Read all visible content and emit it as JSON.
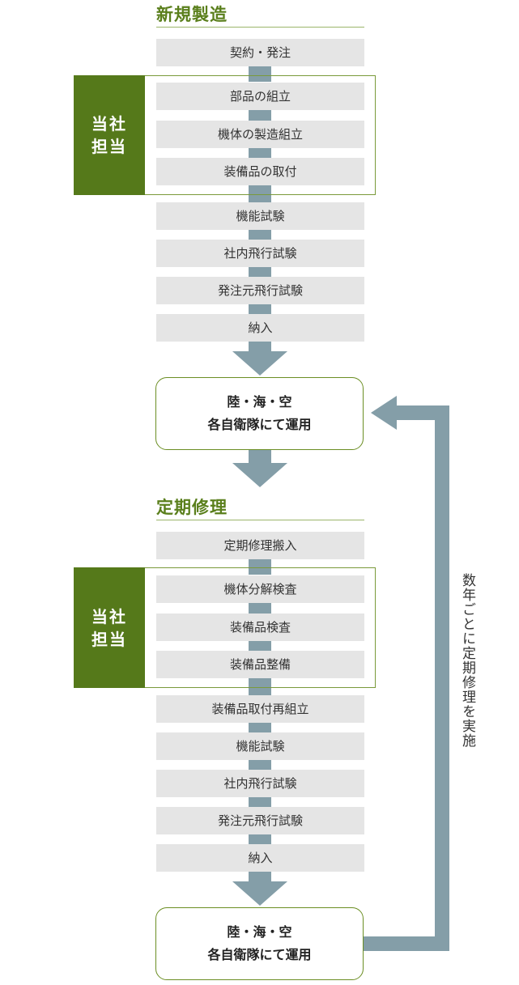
{
  "new_manufacturing": {
    "title": "新規製造",
    "inhouse_label_line1": "当社",
    "inhouse_label_line2": "担当",
    "steps": [
      "契約・発注",
      "部品の組立",
      "機体の製造組立",
      "装備品の取付",
      "機能試験",
      "社内飛行試験",
      "発注元飛行試験",
      "納入"
    ],
    "operation_line1": "陸・海・空",
    "operation_line2": "各自衛隊にて運用"
  },
  "periodic_repair": {
    "title": "定期修理",
    "inhouse_label_line1": "当社",
    "inhouse_label_line2": "担当",
    "steps": [
      "定期修理搬入",
      "機体分解検査",
      "装備品検査",
      "装備品整備",
      "装備品取付再組立",
      "機能試験",
      "社内飛行試験",
      "発注元飛行試験",
      "納入"
    ],
    "operation_line1": "陸・海・空",
    "operation_line2": "各自衛隊にて運用"
  },
  "loop_label": "数年ごとに定期修理を実施",
  "colors": {
    "green": "#55791a",
    "gray_box": "#e5e5e5",
    "connector": "#849ea8",
    "text": "#333333"
  }
}
